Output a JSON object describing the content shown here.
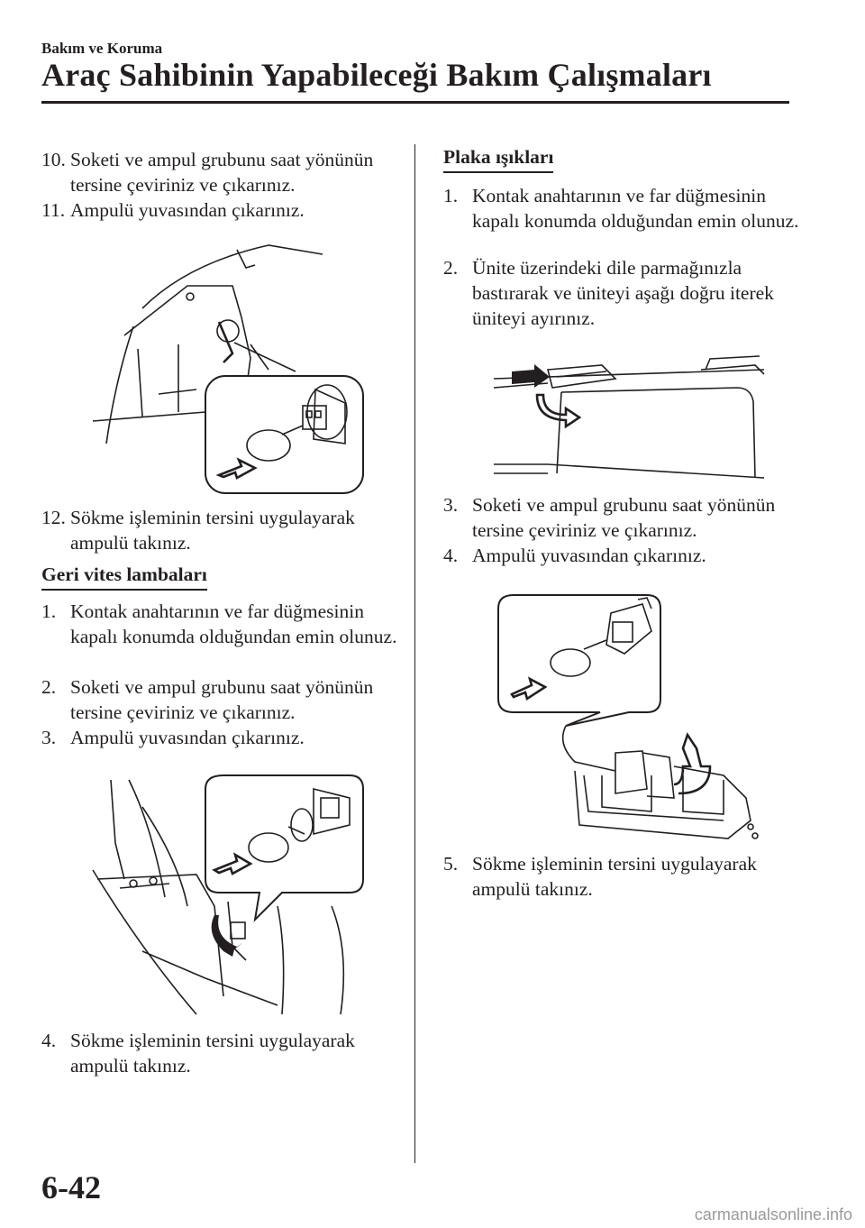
{
  "header": {
    "section": "Bakım ve Koruma",
    "title": "Araç Sahibinin Yapabileceği Bakım Çalışmaları"
  },
  "left_column": {
    "steps_top": [
      {
        "num": "10.",
        "text": "Soketi ve ampul grubunu saat yönünün tersine çeviriniz ve çıkarınız."
      },
      {
        "num": "11.",
        "text": "Ampulü yuvasından çıkarınız."
      }
    ],
    "step_12": {
      "num": "12.",
      "text": "Sökme işleminin tersini uygulayarak ampulü takınız."
    },
    "reverse_heading": "Geri vites lambaları",
    "reverse_steps": [
      {
        "num": "1.",
        "text": "Kontak anahtarının ve far düğmesinin kapalı konumda olduğundan emin olunuz."
      },
      {
        "num": "2.",
        "text": "Soketi ve ampul grubunu saat yönünün tersine çeviriniz ve çıkarınız."
      },
      {
        "num": "3.",
        "text": "Ampulü yuvasından çıkarınız."
      }
    ],
    "reverse_step_4": {
      "num": "4.",
      "text": "Sökme işleminin tersini uygulayarak ampulü takınız."
    }
  },
  "right_column": {
    "plate_heading": "Plaka ışıkları",
    "plate_steps_a": [
      {
        "num": "1.",
        "text": "Kontak anahtarının ve far düğmesinin kapalı konumda olduğundan emin olunuz."
      },
      {
        "num": "2.",
        "text": "Ünite üzerindeki dile parmağınızla bastırarak ve üniteyi aşağı doğru iterek üniteyi ayırınız."
      }
    ],
    "plate_steps_b": [
      {
        "num": "3.",
        "text": "Soketi ve ampul grubunu saat yönünün tersine çeviriniz ve çıkarınız."
      },
      {
        "num": "4.",
        "text": "Ampulü yuvasından çıkarınız."
      }
    ],
    "plate_step_5": {
      "num": "5.",
      "text": "Sökme işleminin tersini uygulayarak ampulü takınız."
    }
  },
  "footer": {
    "page_number": "6-42",
    "watermark": "carmanualsonline.info"
  }
}
